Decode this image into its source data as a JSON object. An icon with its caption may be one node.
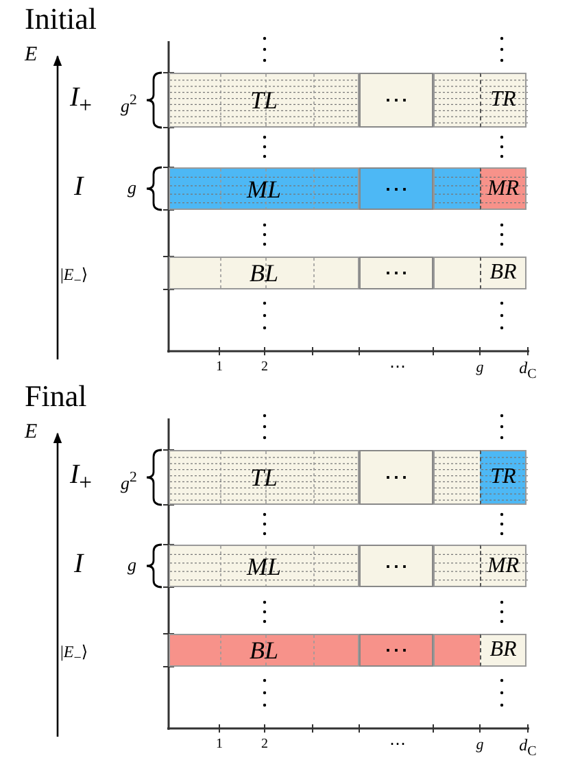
{
  "diagram": {
    "nodes": [
      {
        "text": [
          "TL"
        ]
      },
      {
        "text": [
          "⋯"
        ]
      },
      {
        "text": [],
        "shape": "box"
      },
      {
        "text": [
          "TR"
        ]
      },
      {
        "text": [
          "ML"
        ]
      },
      {
        "text": [
          "⋯"
        ]
      },
      {
        "text": [],
        "shape": "box"
      },
      {
        "text": [
          "MR"
        ]
      },
      {
        "text": [
          "BL"
        ]
      },
      {
        "text": [
          "⋯"
        ]
      },
      {
        "text": [],
        "shape": "box"
      },
      {
        "text": [
          "BR"
        ]
      },
      {
        "text": [
          "TL"
        ]
      },
      {
        "text": [
          "⋯"
        ]
      },
      {
        "text": [],
        "shape": "box"
      },
      {
        "text": [
          "TR"
        ]
      },
      {
        "text": [
          "ML"
        ]
      },
      {
        "text": [
          "⋯"
        ]
      },
      {
        "text": [],
        "shape": "box"
      },
      {
        "text": [
          "MR"
        ]
      },
      {
        "text": [
          "BL"
        ]
      },
      {
        "text": [
          "⋯"
        ]
      },
      {
        "text": [],
        "shape": "box"
      },
      {
        "text": [
          "BR"
        ]
      }
    ],
    "labels": [
      "Initial",
      "*E*",
      "*I*$_{+}$",
      "*g*$^{2}$",
      "*I*",
      "*g*",
      "|*E*$_{−}$⟩",
      "1",
      "2",
      "⋯",
      "*g*",
      "*d*$_{C}$",
      "Final",
      "*E*",
      "*I*$_{+}$",
      "*g*$^{2}$",
      "*I*",
      "*g*",
      "|*E*$_{−}$⟩",
      "1",
      "2",
      "⋯",
      "*g*",
      "*d*$_{C}$"
    ]
  }
}
